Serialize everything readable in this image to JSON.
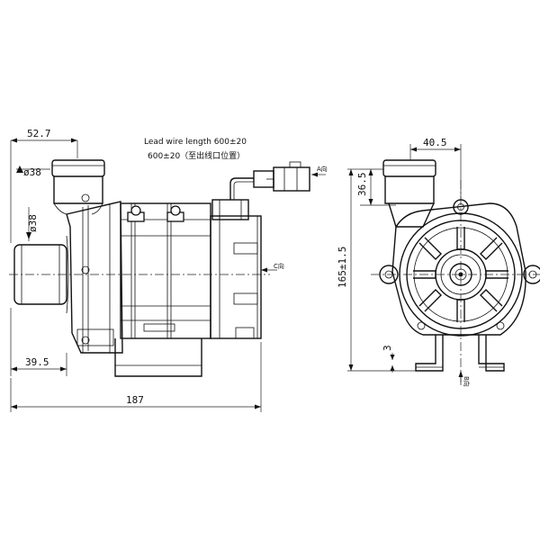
{
  "dimensions": {
    "overall_length": "187",
    "inlet_offset": "52.7",
    "outlet_offset": "39.5",
    "side_width": "40.5",
    "outlet_height": "36.5",
    "total_height": "165±1.5",
    "bracket_gap": "3"
  },
  "diameters": {
    "top_port": "ø38",
    "side_port": "ø38"
  },
  "notes": {
    "lead_wire_en": "Lead wire length 600±20",
    "lead_wire_cn": "600±20（至出线口位置）"
  },
  "view_labels": {
    "a": "A向",
    "b": "B向",
    "c": "C向"
  },
  "colors": {
    "line": "#111111",
    "background": "#ffffff"
  }
}
